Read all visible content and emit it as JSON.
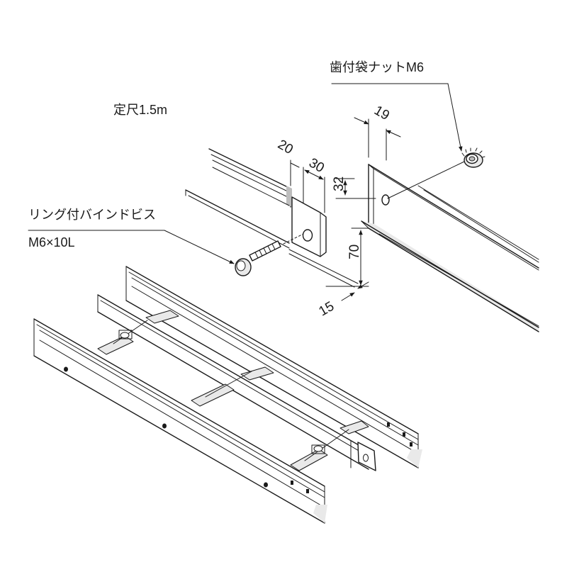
{
  "labels": {
    "ruler": "定尺1.5m",
    "nut": "歯付袋ナットM6",
    "screw_line1": "リング付バインドビス",
    "screw_line2": "M6×10L"
  },
  "dimensions": {
    "d19": "19",
    "d20": "20",
    "d30": "30",
    "d32": "32",
    "d70": "70",
    "d15": "15"
  },
  "colors": {
    "line": "#1a1a1a",
    "shade": "#e9e9e9",
    "background": "#ffffff"
  },
  "icons": {
    "nut": "serrated-flange-nut-icon",
    "screw": "ring-binding-screw-icon"
  }
}
